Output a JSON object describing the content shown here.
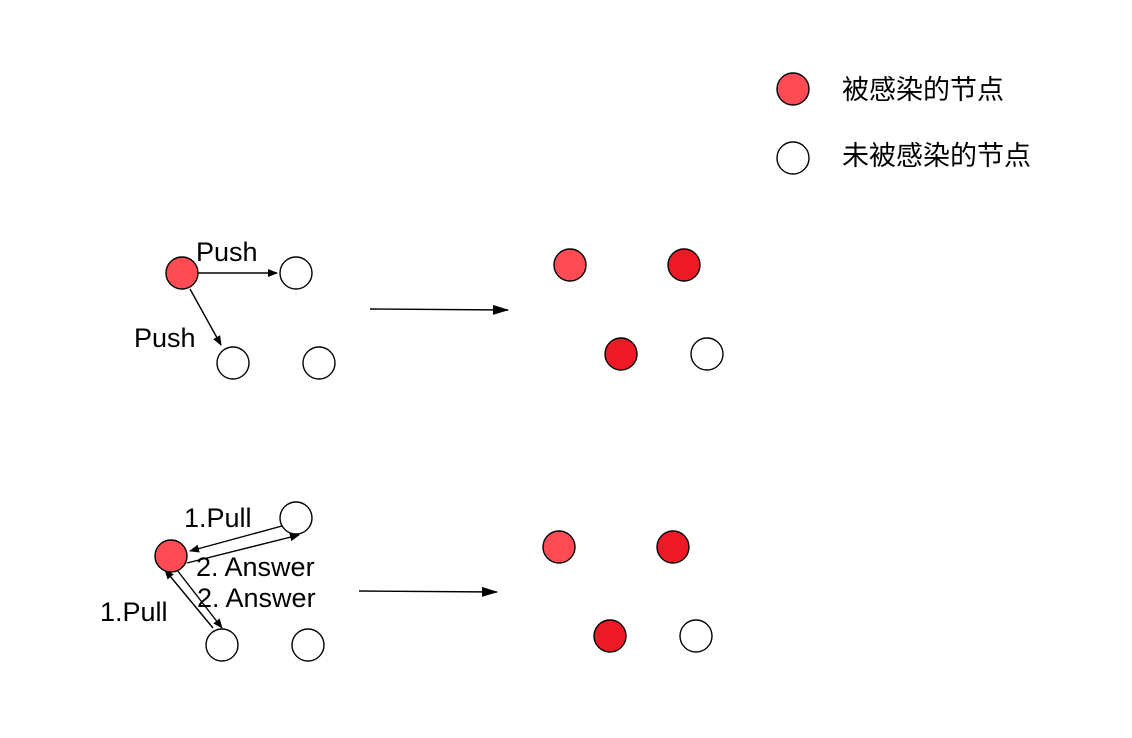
{
  "legend": {
    "infected_label": "被感染的节点",
    "uninfected_label": "未被感染的节点"
  },
  "colors": {
    "infected": "#ff4b53",
    "infected_dark": "#ed1a25",
    "uninfected": "#ffffff",
    "stroke": "#000000"
  },
  "push": {
    "label_1": "Push",
    "label_2": "Push"
  },
  "pull": {
    "pull_label_1": "1.Pull",
    "answer_label_1": "2. Answer",
    "pull_label_2": "1.Pull",
    "answer_label_2": "2. Answer"
  }
}
